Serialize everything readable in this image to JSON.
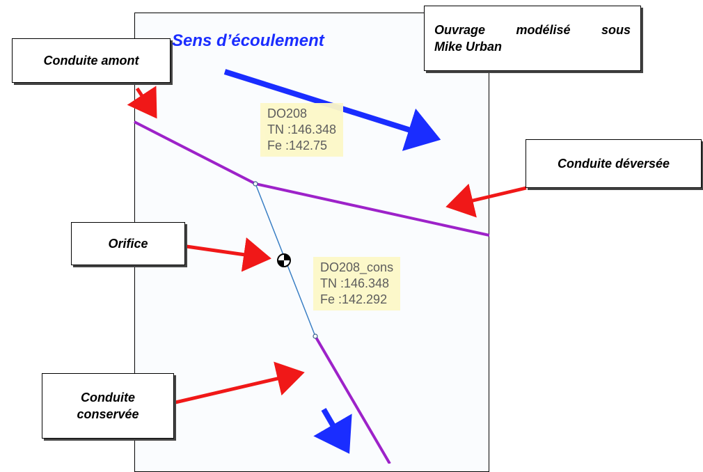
{
  "diagram": {
    "flow_label": "Sens d’écoulement",
    "callouts": {
      "ouvrage": "Ouvrage modélisé sous Mike Urban",
      "ouvrage_line1": "Ouvrage modélisé sous",
      "ouvrage_line2": "Mike Urban",
      "conduite_amont": "Conduite amont",
      "conduite_deversee": "Conduite déversée",
      "orifice": "Orifice",
      "conduite_conservee_line1": "Conduite",
      "conduite_conservee_line2": "conservée"
    },
    "nodes": [
      {
        "id": "DO208",
        "tn": "TN :146.348",
        "fe": "Fe :142.75"
      },
      {
        "id": "DO208_cons",
        "tn": "TN :146.348",
        "fe": "Fe :142.292"
      }
    ],
    "colors": {
      "pipe": "#9d22c9",
      "orifice_link": "#3a7fc4",
      "arrow_red": "#f01818",
      "arrow_blue": "#1a2dff",
      "label_bg": "#fdf8c8"
    }
  }
}
